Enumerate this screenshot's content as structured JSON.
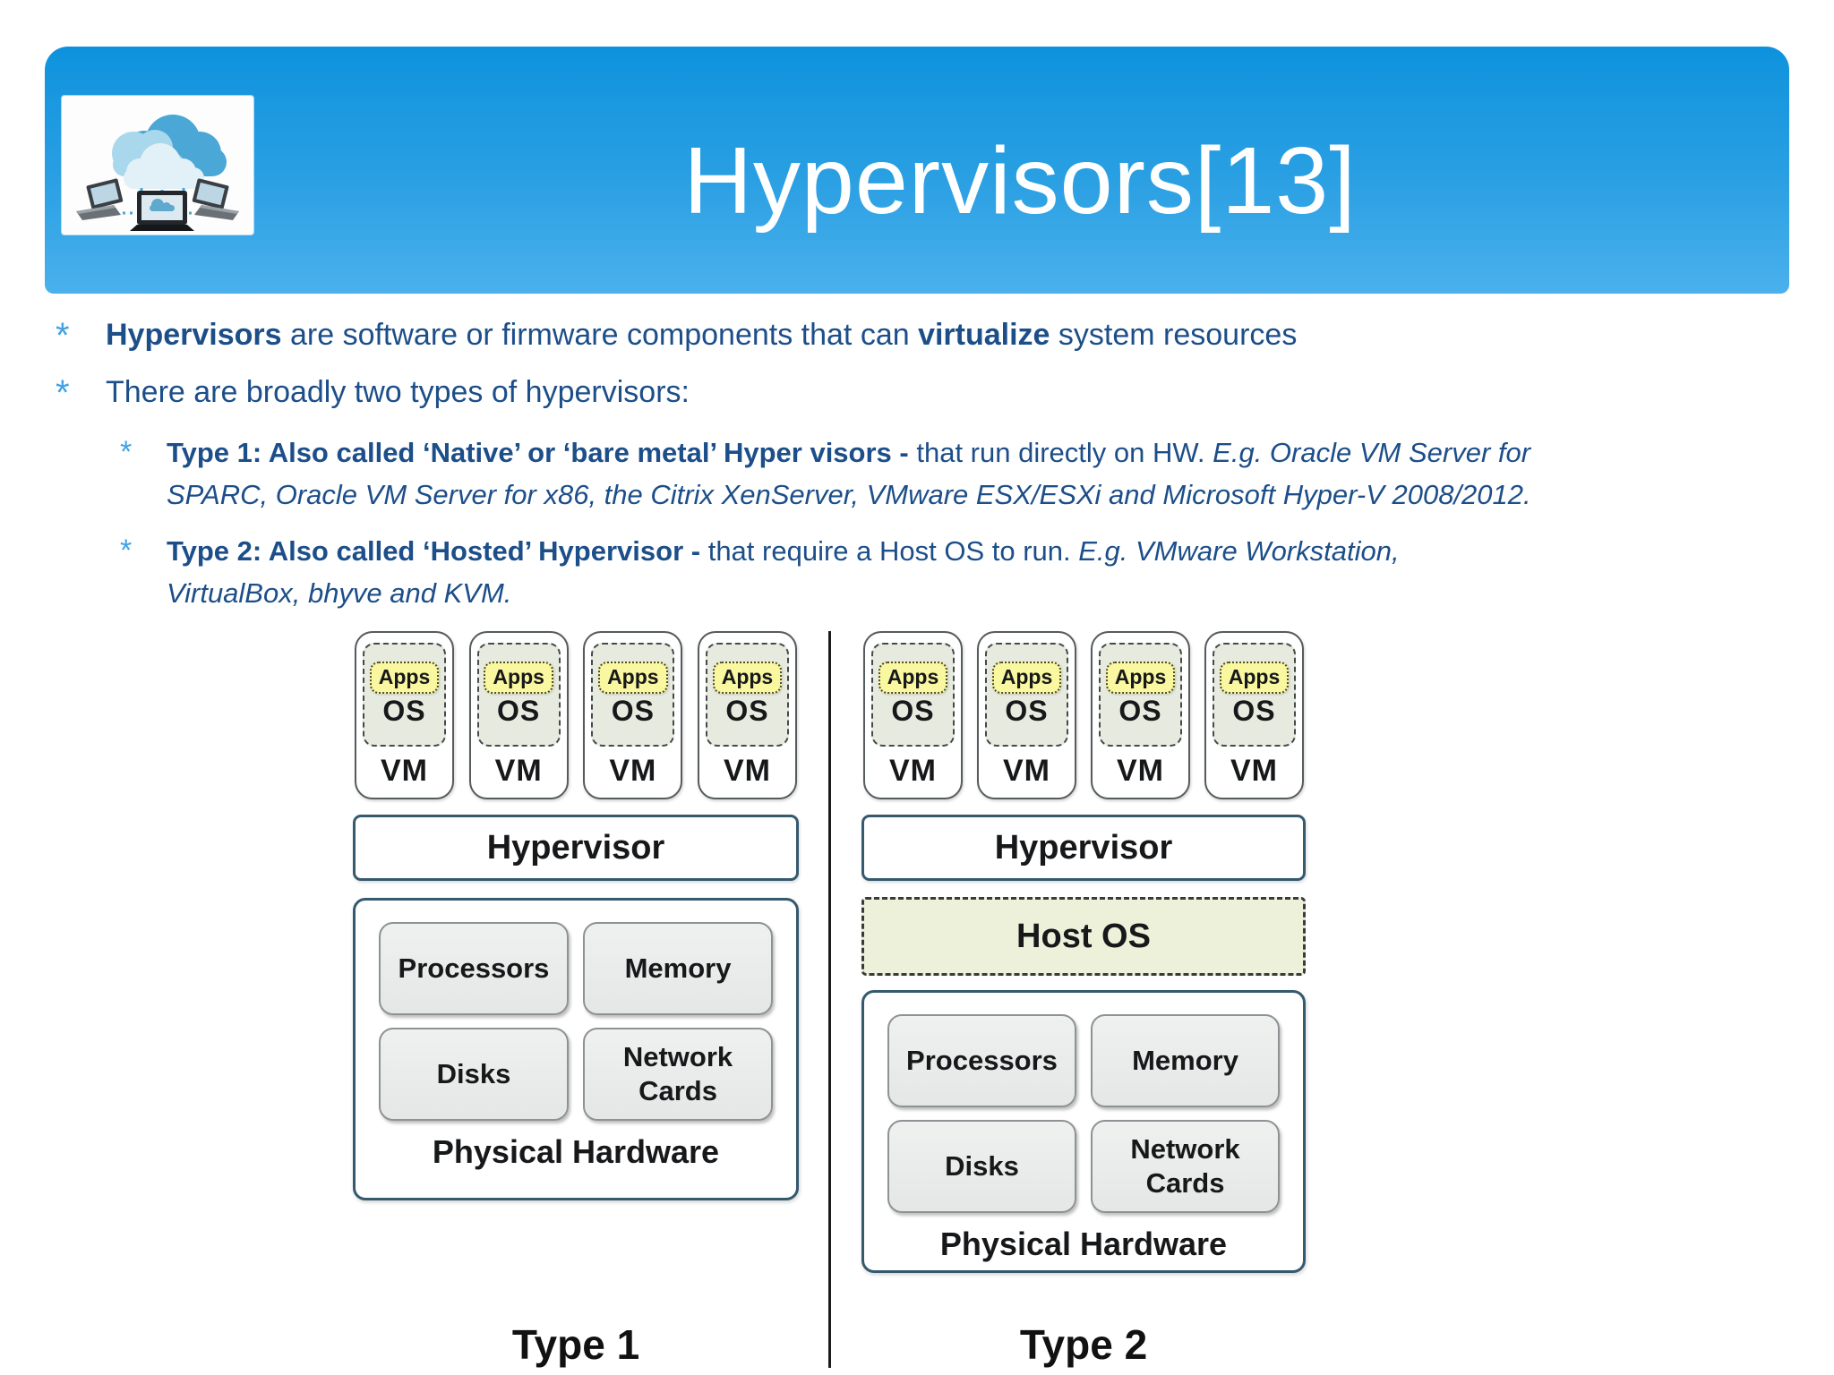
{
  "header": {
    "title": "Hypervisors[13]"
  },
  "bullets": {
    "glyph": "*",
    "b1_bold1": "Hypervisors",
    "b1_mid": " are software or firmware components that can ",
    "b1_bold2": "virtualize",
    "b1_tail": " system resources",
    "b2": "There are broadly two types of hypervisors:",
    "sub1_bold": "Type 1: Also called ‘Native’ or ‘bare metal’  Hyper visors",
    "sub1_sep": " - ",
    "sub1_normal": "that run directly on HW. ",
    "sub1_italic_line1": "E.g. Oracle VM Server for",
    "sub1_italic_line2": "SPARC, Oracle VM Server for x86, the Citrix XenServer, VMware ESX/ESXi and Microsoft Hyper-V 2008/2012.",
    "sub2_bold": "Type 2: Also called ‘Hosted’ Hypervisor",
    "sub2_sep": " -  ",
    "sub2_normal": "that require a Host OS to run. ",
    "sub2_italic_line1": "E.g. VMware Workstation,",
    "sub2_italic_line2": "VirtualBox, bhyve and KVM."
  },
  "diagram": {
    "apps_label": "Apps",
    "os_label": "OS",
    "vm_label": "VM",
    "hypervisor_label": "Hypervisor",
    "host_os_label": "Host OS",
    "hw_items": [
      "Processors",
      "Memory",
      "Disks",
      "Network Cards"
    ],
    "physical_hardware_label": "Physical Hardware",
    "type1_label": "Type 1",
    "type2_label": "Type 2"
  },
  "colors": {
    "header_gradient_top": "#0E92DD",
    "header_gradient_bottom": "#4AB1EC",
    "body_text_navy": "#1C4E89",
    "bullet_glyph_blue": "#3FA2E4",
    "box_border_slate": "#35596F",
    "vm_inner_sage": "#E7EBDF",
    "apps_yellow": "#F9F7A0",
    "host_os_fill": "#EDF1DA",
    "hw_cell_gray": "#E8EAE9"
  }
}
